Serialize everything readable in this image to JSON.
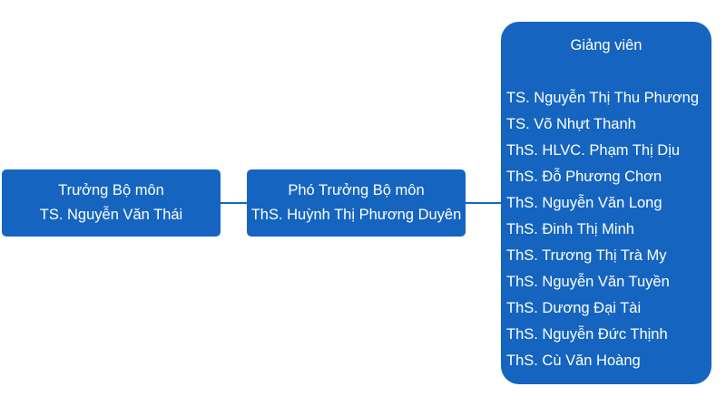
{
  "head": {
    "role": "Trưởng Bộ môn",
    "name": "TS. Nguyễn Văn Thái"
  },
  "deputy": {
    "role": "Phó Trưởng Bộ môn",
    "name": "ThS. Huỳnh Thị Phương Duyên"
  },
  "lecturers": {
    "title": "Giảng viên",
    "members": [
      "TS. Nguyễn Thị Thu Phương",
      "TS. Võ Nhựt Thanh",
      "ThS. HLVC. Phạm Thị Dịu",
      "ThS. Đỗ Phương Chơn",
      "ThS. Nguyễn Văn Long",
      "ThS. Đinh Thị Minh",
      "ThS. Trương Thị Trà My",
      "ThS. Nguyễn Văn Tuyền",
      "ThS. Dương Đại Tài",
      "ThS. Nguyễn Đức Thịnh",
      "ThS. Cù Văn Hoàng"
    ]
  },
  "colors": {
    "box_fill": "#1565c0",
    "text": "#ffffff",
    "connector": "#1565c0"
  }
}
